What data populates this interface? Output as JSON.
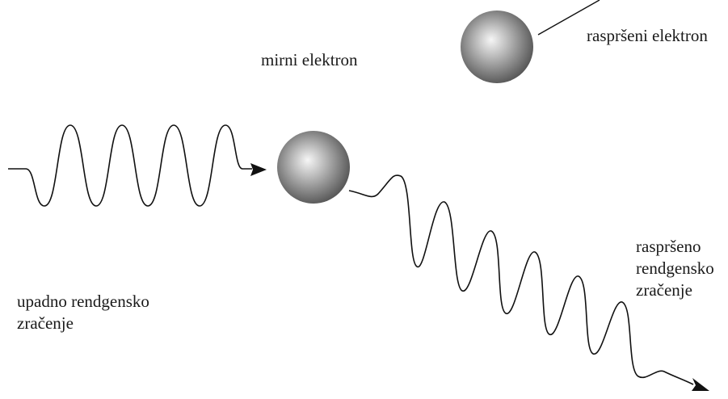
{
  "labels": {
    "rest_electron": "mirni elektron",
    "scattered_electron": "raspršeni elektron",
    "incident_radiation": [
      "upadno rendgensko",
      "zračenje"
    ],
    "scattered_radiation": [
      "raspršeno",
      "rendgensko",
      "zračenje"
    ]
  },
  "colors": {
    "stroke": "#111111",
    "sphere_highlight": "#f6f6f6",
    "sphere_shadow": "#4f4f4f"
  }
}
